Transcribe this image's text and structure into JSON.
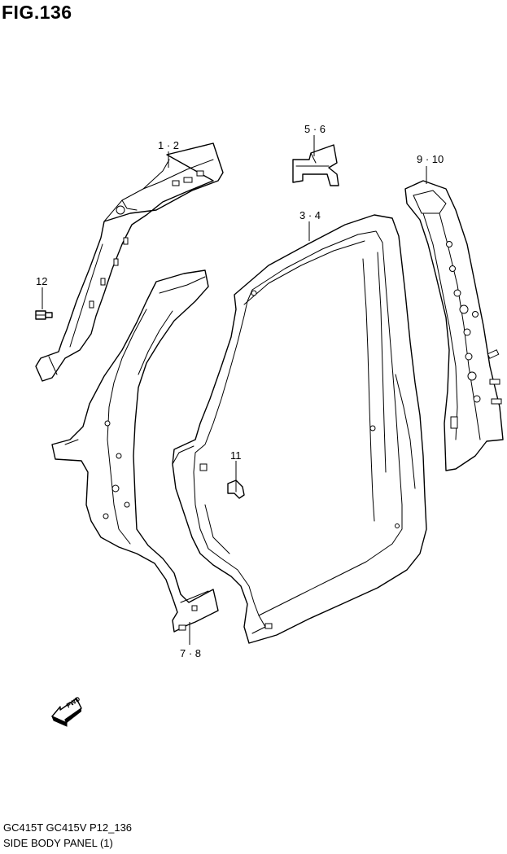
{
  "figure": {
    "title": "FIG.136"
  },
  "callouts": [
    {
      "id": "1-2",
      "text": "1 · 2"
    },
    {
      "id": "5-6",
      "text": "5 · 6"
    },
    {
      "id": "9-10",
      "text": "9 · 10"
    },
    {
      "id": "3-4",
      "text": "3 · 4"
    },
    {
      "id": "12",
      "text": "12"
    },
    {
      "id": "11",
      "text": "11"
    },
    {
      "id": "7-8",
      "text": "7 · 8"
    }
  ],
  "fwd_arrow": {
    "label": "FWD"
  },
  "footer": {
    "model_line": "GC415T GC415V P12_136",
    "section_line": "SIDE BODY PANEL (1)"
  }
}
